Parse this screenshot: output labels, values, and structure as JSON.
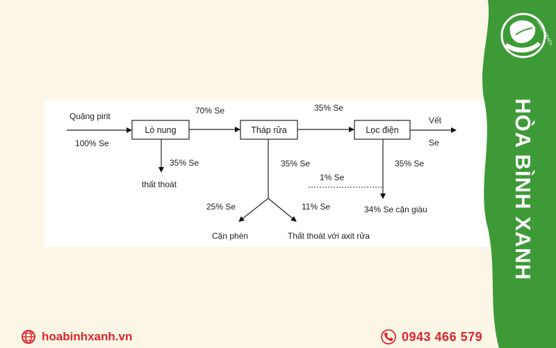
{
  "diagram": {
    "nodes": {
      "roaster": "Lò nung",
      "wash_tower": "Tháp rửa",
      "electro_filter": "Lọc điện"
    },
    "labels": {
      "input_name": "Quặng pirit",
      "input_pct": "100% Se",
      "to_tower_pct": "70% Se",
      "roaster_loss_pct": "35% Se",
      "roaster_loss_name": "thất thoát",
      "to_filter_pct": "35% Se",
      "tower_down_pct": "35% Se",
      "residue_pct": "25% Se",
      "residue_name": "Cặn phèn",
      "acid_loss_pct": "11% Se",
      "acid_loss_name": "Thất thoát với axit rửa",
      "trace_pct": "1% Se",
      "output_name": "Vết",
      "output_unit": "Se",
      "filter_down_pct": "35% Se",
      "rich_residue": "34% Se cặn giàu"
    }
  },
  "brand": {
    "name": "HÒA BÌNH XANH",
    "logo_text": "GREENPEACE"
  },
  "footer": {
    "website": "hoabinhxanh.vn",
    "phone": "0943 466 579"
  },
  "colors": {
    "brand_green": "#3d9a37",
    "accent_red": "#e0242b",
    "background": "#fbf6e6"
  }
}
